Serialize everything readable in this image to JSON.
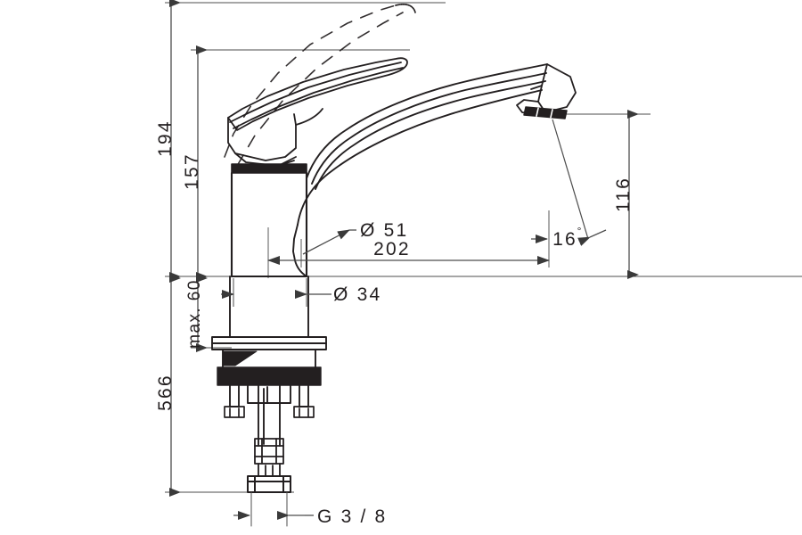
{
  "drawing": {
    "title": "Kitchen mixer tap dimensional drawing",
    "background_color": "#ffffff",
    "line_color": "#231f20",
    "dimension_line_color": "#4d4d4d",
    "product": "single-lever kitchen mixer",
    "units": "mm"
  },
  "dimensions": {
    "height_lever_raised": "194",
    "height_lever_lowered": "157",
    "spout_height": "116",
    "spout_reach": "202",
    "spout_base_diameter": "Ø 51",
    "body_base_diameter": "Ø 34",
    "max_deck_thickness": "max. 60",
    "total_length": "566",
    "aerator_angle": "16",
    "aerator_angle_unit": "°",
    "thread_connection": "G 3 / 8"
  },
  "labels": {
    "h194": "194",
    "h157": "157",
    "h116": "116",
    "reach202": "202",
    "dia51": "Ø 51",
    "dia34": "Ø 34",
    "max60": "max. 60",
    "len566": "566",
    "angle16": "16",
    "degree_symbol": "°",
    "thread": "G 3 / 8"
  }
}
